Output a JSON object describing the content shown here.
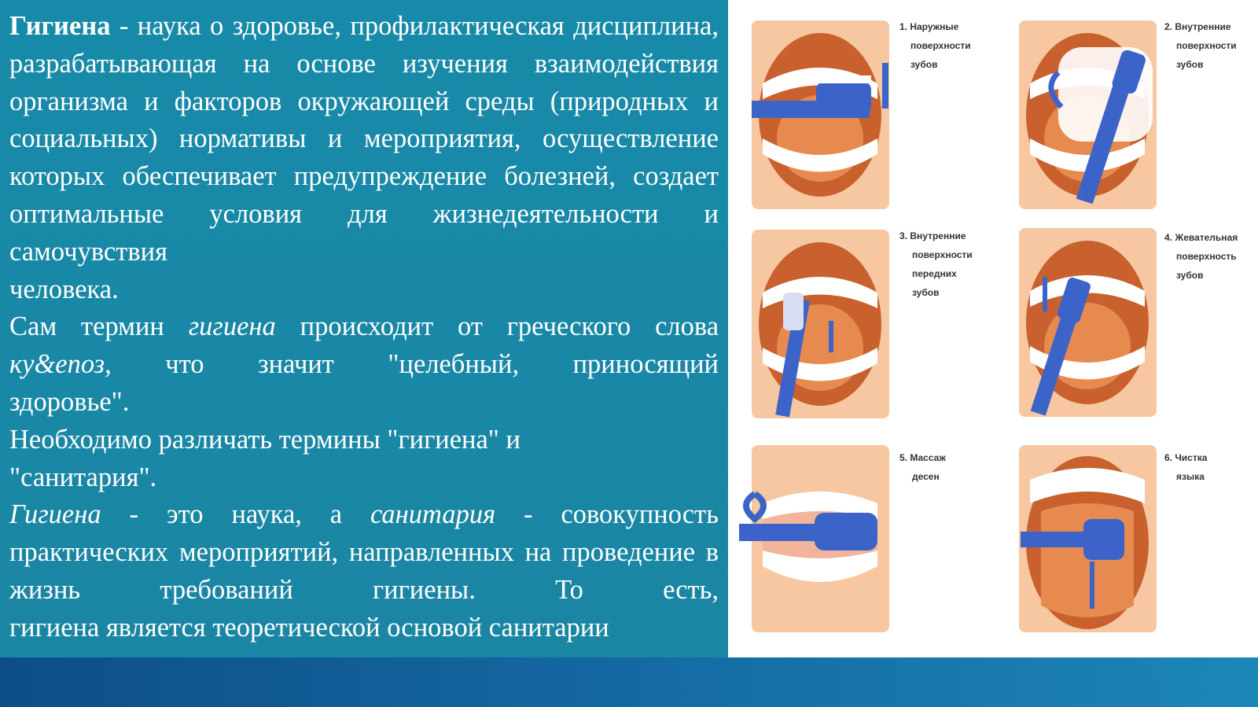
{
  "text": {
    "p1": {
      "term": "Гигиена",
      "rest_a": " - наука о здоровье, профилактическая дисциплина, разрабатывающая на основе изучения взаимодействия организма и факторов окружающей среды (природных и социальных) нормативы и мероприятия, осуществление которых обеспечивает предупреждение болезней, создает оптимальные условия для жизнедеятельности и самочувствия",
      "rest_b": "человека."
    },
    "p2": {
      "lead": "Сам термин ",
      "term": "гигиена",
      "mid": " происходит от греческого слова ",
      "greek": "ку&епоз",
      "tail": ", что значит \"целебный, приносящий",
      "end": "здоровье\"."
    },
    "p3": {
      "line1": "Необходимо различать термины \"гигиена\" и",
      "line2": "\"санитария\"."
    },
    "p4": {
      "term1": "Гигиена",
      "mid1": " - это наука, а ",
      "term2": "санитария",
      "mid2": " - совокупность практических мероприятий, направленных на проведение в жизнь требований гигиены. То есть,",
      "last": "гигиена является теоретической основой санитарии"
    }
  },
  "figure": {
    "steps": [
      {
        "label_lines": [
          "1. Наружные",
          "поверхности",
          "зубов"
        ]
      },
      {
        "label_lines": [
          "2. Внутренние",
          "поверхности",
          "зубов"
        ]
      },
      {
        "label_lines": [
          "3. Внутренние",
          "поверхности",
          "передних",
          "зубов"
        ]
      },
      {
        "label_lines": [
          "4. Жевательная",
          "поверхность",
          "зубов"
        ]
      },
      {
        "label_lines": [
          "5. Массаж",
          "десен"
        ]
      },
      {
        "label_lines": [
          "6. Чистка",
          "языка"
        ]
      }
    ],
    "colors": {
      "skin": "#f6c7a1",
      "mouth": "#c8612e",
      "tongue": "#e78a4f",
      "teeth": "#ffffff",
      "brush": "#3c64c8",
      "slide_bg": "#1a8aa6"
    }
  }
}
